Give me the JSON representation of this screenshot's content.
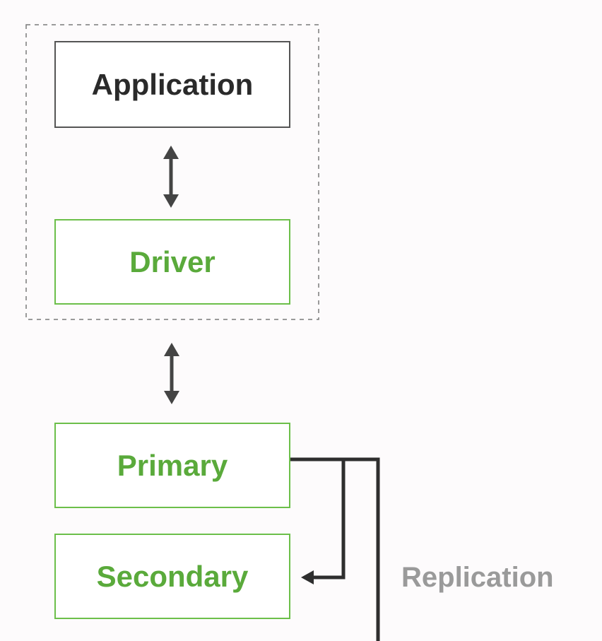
{
  "diagram": {
    "nodes": {
      "application": "Application",
      "driver": "Driver",
      "primary": "Primary",
      "secondary": "Secondary"
    },
    "edge_labels": {
      "replication": "Replication"
    },
    "colors": {
      "accent_green": "#5aaa3b",
      "box_border_green": "#6cbf4a",
      "dark_text": "#2a2a2a",
      "arrow_dark": "#444444",
      "label_gray": "#9a9a9a"
    }
  }
}
